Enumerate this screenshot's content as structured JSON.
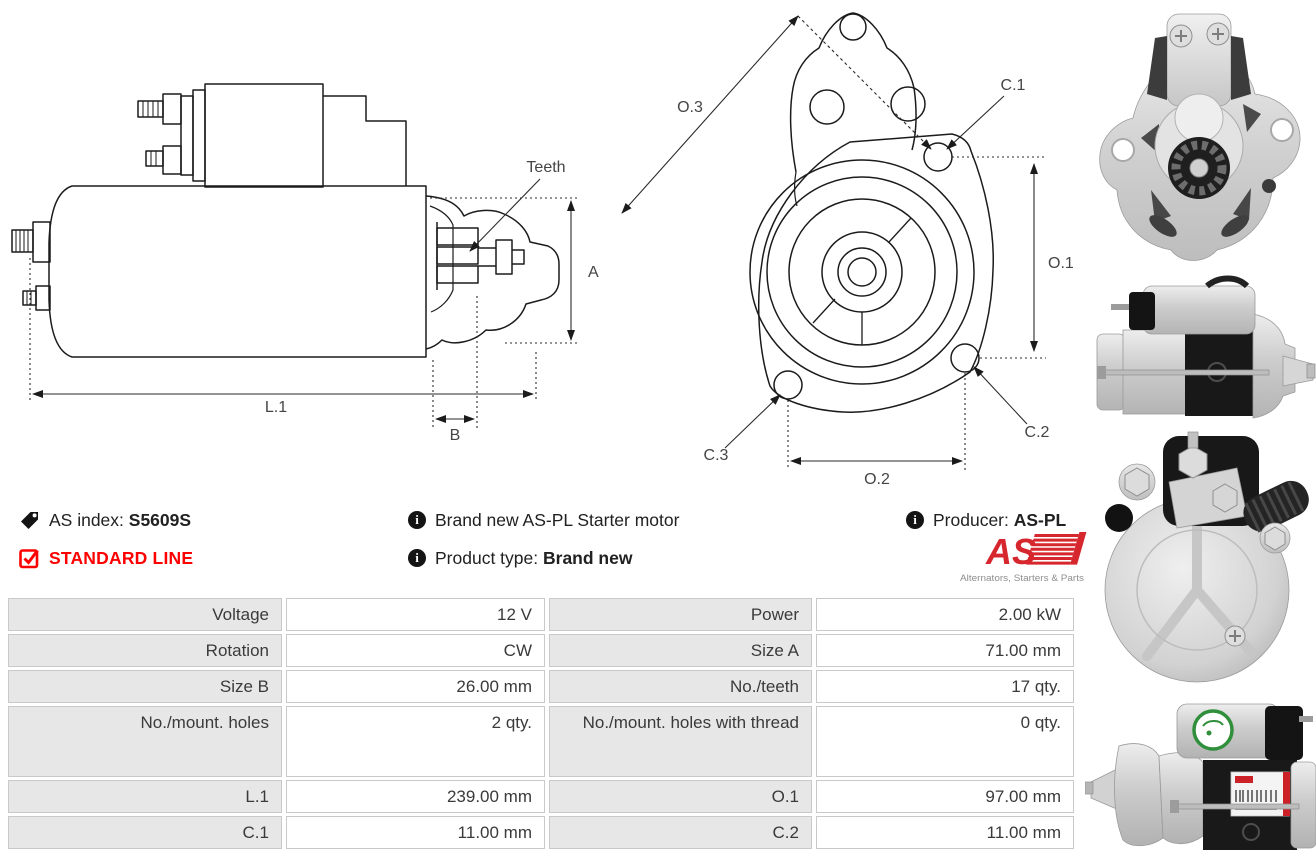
{
  "colors": {
    "accent_red": "#ff0000",
    "logo_red": "#d7272e",
    "table_label_bg": "#e7e7e7",
    "table_border": "#c9c9c9",
    "drawing_line": "#1b1b1b"
  },
  "icons": {
    "tag_icon": "tag",
    "check_icon": "checked-checkbox",
    "info_glyph": "i"
  },
  "meta": {
    "as_index_label": "AS index:",
    "as_index_value": "S5609S",
    "standard_line": "STANDARD LINE",
    "description": "Brand new AS-PL Starter motor",
    "product_type_label": "Product type:",
    "product_type_value": "Brand new",
    "producer_label": "Producer:",
    "producer_value": "AS-PL",
    "logo_text": "AS",
    "logo_tagline": "Alternators, Starters & Parts"
  },
  "drawings": {
    "side_view": {
      "teeth": "Teeth",
      "a": "A",
      "l1": "L.1",
      "b": "B"
    },
    "front_view": {
      "o1": "O.1",
      "o2": "O.2",
      "o3": "O.3",
      "c1": "C.1",
      "c2": "C.2",
      "c3": "C.3"
    }
  },
  "spec_table": {
    "rows": [
      {
        "l_label": "Voltage",
        "l_value": "12 V",
        "r_label": "Power",
        "r_value": "2.00 kW"
      },
      {
        "l_label": "Rotation",
        "l_value": "CW",
        "r_label": "Size A",
        "r_value": "71.00 mm"
      },
      {
        "l_label": "Size B",
        "l_value": "26.00 mm",
        "r_label": "No./teeth",
        "r_value": "17 qty."
      },
      {
        "l_label": "No./mount. holes",
        "l_value": "2 qty.",
        "r_label": "No./mount. holes with thread",
        "r_value": "0 qty."
      },
      {
        "l_label": "L.1",
        "l_value": "239.00 mm",
        "r_label": "O.1",
        "r_value": "97.00 mm"
      },
      {
        "l_label": "C.1",
        "l_value": "11.00 mm",
        "r_label": "C.2",
        "r_value": "11.00 mm"
      }
    ]
  }
}
